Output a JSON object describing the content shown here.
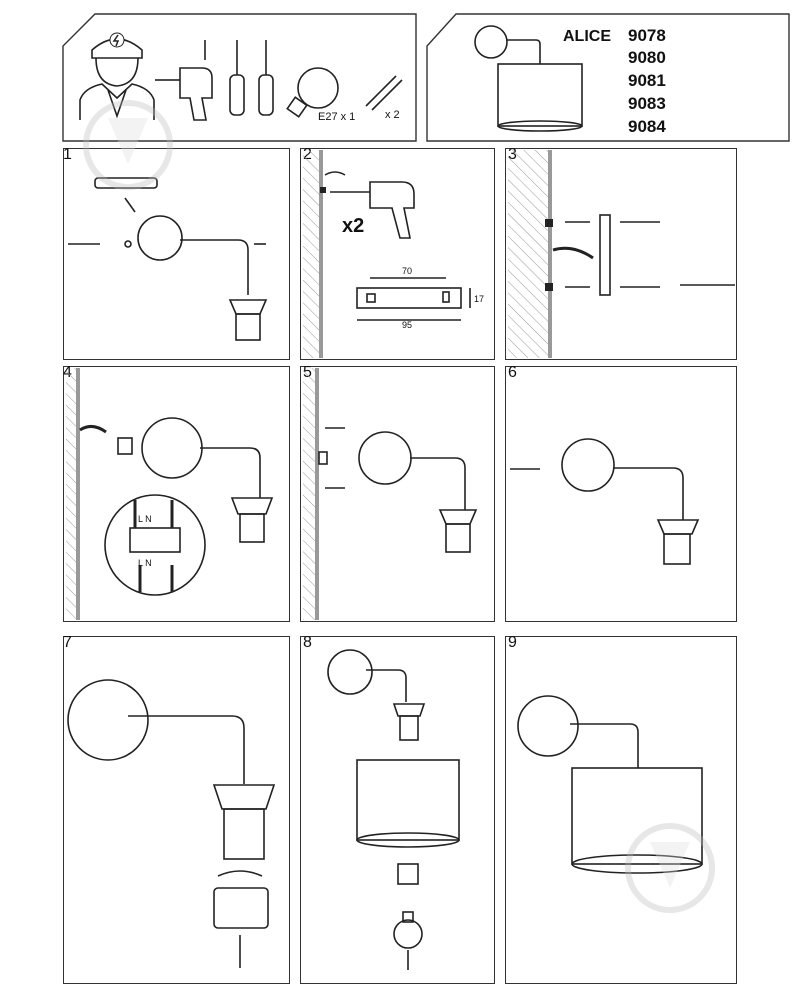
{
  "header": {
    "tools": {
      "bulb_label": "E27 x 1",
      "screws_label": "x 2"
    },
    "product": {
      "name": "ALICE",
      "codes": [
        "9078",
        "9080",
        "9081",
        "9083",
        "9084"
      ]
    }
  },
  "steps": [
    {
      "number": "1"
    },
    {
      "number": "2",
      "multiplier": "x2",
      "bracket_width": "70",
      "bracket_length": "95",
      "bracket_height": "17"
    },
    {
      "number": "3"
    },
    {
      "number": "4",
      "terminal_top": "L  N",
      "terminal_bottom": "L  N"
    },
    {
      "number": "5"
    },
    {
      "number": "6"
    },
    {
      "number": "7"
    },
    {
      "number": "8"
    },
    {
      "number": "9"
    }
  ]
}
